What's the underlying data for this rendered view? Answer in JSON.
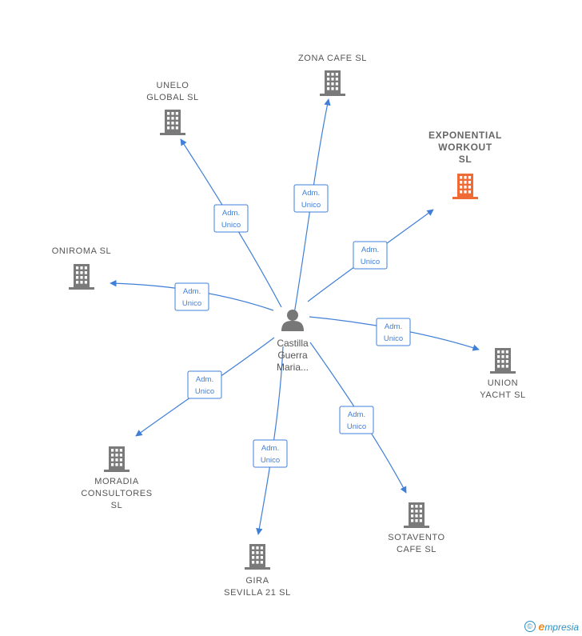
{
  "person": {
    "name_lines": [
      "Castilla",
      "Guerra",
      "Maria..."
    ]
  },
  "relation_label_lines": [
    "Adm.",
    "Unico"
  ],
  "companies": [
    {
      "id": "zona-cafe",
      "lines": [
        "ZONA CAFE  SL"
      ],
      "highlight": false
    },
    {
      "id": "unelo-global",
      "lines": [
        "UNELO",
        "GLOBAL  SL"
      ],
      "highlight": false
    },
    {
      "id": "exponential-workout",
      "lines": [
        "EXPONENTIAL",
        "WORKOUT",
        "SL"
      ],
      "highlight": true
    },
    {
      "id": "oniroma",
      "lines": [
        "ONIROMA  SL"
      ],
      "highlight": false
    },
    {
      "id": "union-yacht",
      "lines": [
        "UNION",
        "YACHT  SL"
      ],
      "highlight": false
    },
    {
      "id": "moradia-consultores",
      "lines": [
        "MORADIA",
        "CONSULTORES",
        "SL"
      ],
      "highlight": false
    },
    {
      "id": "sotavento-cafe",
      "lines": [
        "SOTAVENTO",
        "CAFE  SL"
      ],
      "highlight": false
    },
    {
      "id": "gira-sevilla",
      "lines": [
        "GIRA",
        "SEVILLA 21  SL"
      ],
      "highlight": false
    }
  ],
  "colors": {
    "edge": "#3f7fd8",
    "building": "#7a7a7a",
    "building_highlight": "#f06a35",
    "person": "#777777"
  },
  "icons": {
    "person": "person-icon",
    "company": "building-icon"
  },
  "footer": {
    "copyright": "©",
    "brand_initial": "e",
    "brand_rest": "mpresia"
  }
}
